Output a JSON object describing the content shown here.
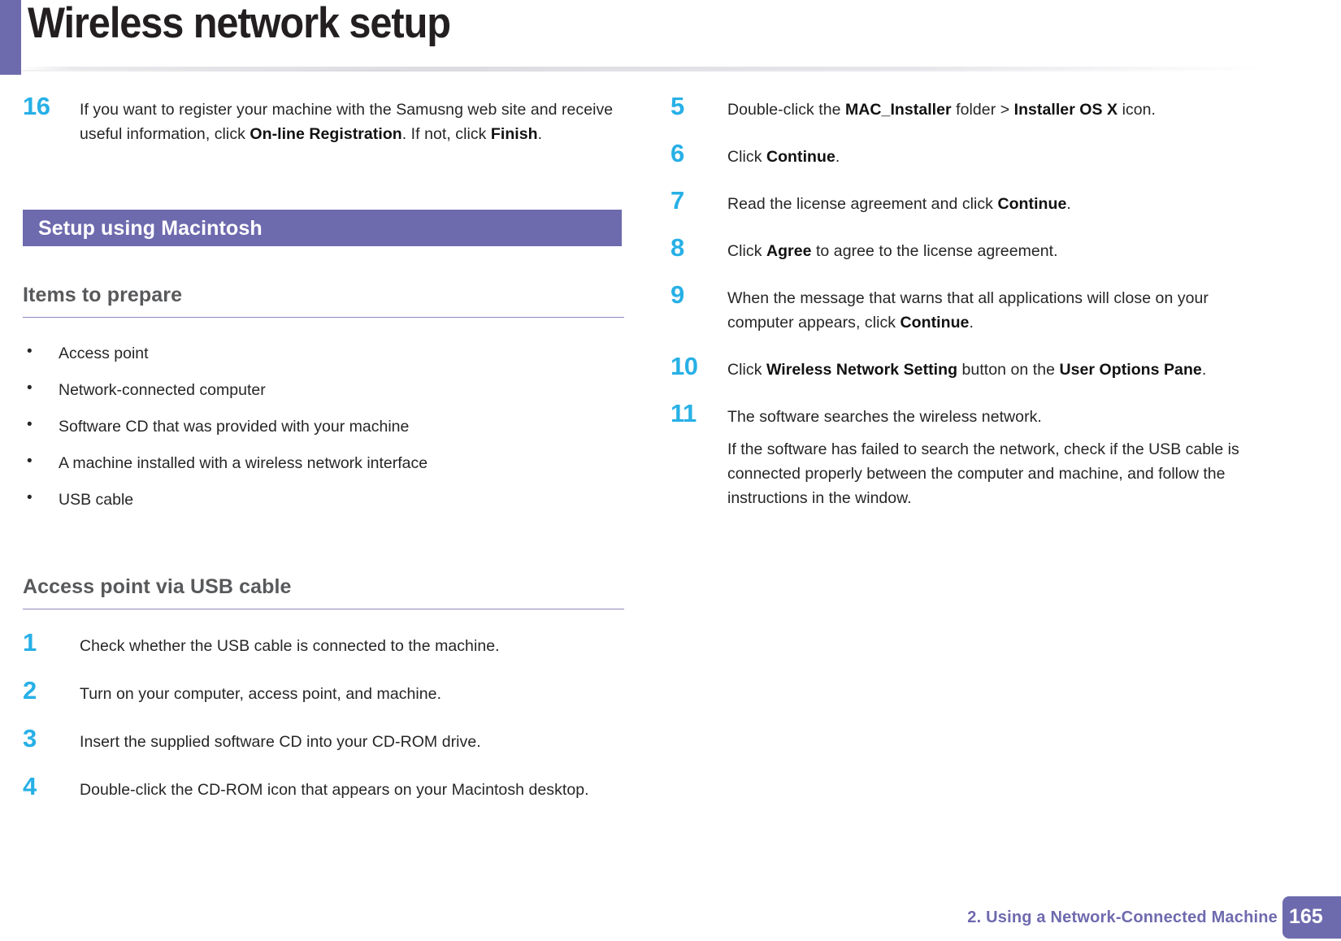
{
  "header": {
    "title": "Wireless network setup"
  },
  "left_column": {
    "intro_step": {
      "number": "16",
      "text_parts": [
        {
          "t": "If you want to register your machine with the Samusng web site and receive useful information, click ",
          "b": false
        },
        {
          "t": "On-line Registration",
          "b": true
        },
        {
          "t": ". If not, click ",
          "b": false
        },
        {
          "t": "Finish",
          "b": true
        },
        {
          "t": ".",
          "b": false
        }
      ]
    },
    "section_bar": "Setup using Macintosh",
    "subhead_items": "Items to prepare",
    "bullets": [
      "Access point",
      "Network-connected computer",
      "Software CD that was provided with your machine",
      "A machine installed with a wireless network interface",
      "USB cable"
    ],
    "subhead_access": "Access point via USB cable",
    "steps": [
      {
        "number": "1",
        "text_parts": [
          {
            "t": "Check whether the USB cable is connected to the machine.",
            "b": false
          }
        ]
      },
      {
        "number": "2",
        "text_parts": [
          {
            "t": "Turn on your computer, access point, and machine.",
            "b": false
          }
        ]
      },
      {
        "number": "3",
        "text_parts": [
          {
            "t": "Insert the supplied software CD into your CD-ROM drive.",
            "b": false
          }
        ]
      },
      {
        "number": "4",
        "text_parts": [
          {
            "t": "Double-click the CD-ROM icon that appears on your Macintosh desktop.",
            "b": false
          }
        ]
      }
    ]
  },
  "right_column": {
    "steps": [
      {
        "number": "5",
        "text_parts": [
          {
            "t": "Double-click the ",
            "b": false
          },
          {
            "t": "MAC_Installer",
            "b": true
          },
          {
            "t": " folder > ",
            "b": false
          },
          {
            "t": "Installer OS X",
            "b": true
          },
          {
            "t": " icon.",
            "b": false
          }
        ]
      },
      {
        "number": "6",
        "text_parts": [
          {
            "t": "Click ",
            "b": false
          },
          {
            "t": "Continue",
            "b": true
          },
          {
            "t": ".",
            "b": false
          }
        ]
      },
      {
        "number": "7",
        "text_parts": [
          {
            "t": "Read the license agreement and click ",
            "b": false
          },
          {
            "t": "Continue",
            "b": true
          },
          {
            "t": ".",
            "b": false
          }
        ]
      },
      {
        "number": "8",
        "text_parts": [
          {
            "t": "Click ",
            "b": false
          },
          {
            "t": "Agree",
            "b": true
          },
          {
            "t": " to agree to the license agreement.",
            "b": false
          }
        ]
      },
      {
        "number": "9",
        "text_parts": [
          {
            "t": "When the message that warns that all applications will close on your computer appears, click ",
            "b": false
          },
          {
            "t": "Continue",
            "b": true
          },
          {
            "t": ".",
            "b": false
          }
        ]
      },
      {
        "number": "10",
        "text_parts": [
          {
            "t": "Click ",
            "b": false
          },
          {
            "t": "Wireless Network Setting",
            "b": true
          },
          {
            "t": " button on the ",
            "b": false
          },
          {
            "t": "User Options Pane",
            "b": true
          },
          {
            "t": ".",
            "b": false
          }
        ]
      },
      {
        "number": "11",
        "text_parts": [
          {
            "t": "The software searches the wireless network.",
            "b": false
          }
        ],
        "sub_text": "If the software has failed to search the network, check if the USB cable is connected properly between the computer and machine, and follow the instructions in the window."
      }
    ]
  },
  "footer": {
    "chapter": "2.  Using a Network-Connected Machine",
    "page_number": "165"
  },
  "colors": {
    "purple": "#6E6AAE",
    "cyan": "#27B0E6",
    "heading_gray": "#58595B",
    "body_text": "#262626",
    "title_dark": "#231F20"
  }
}
